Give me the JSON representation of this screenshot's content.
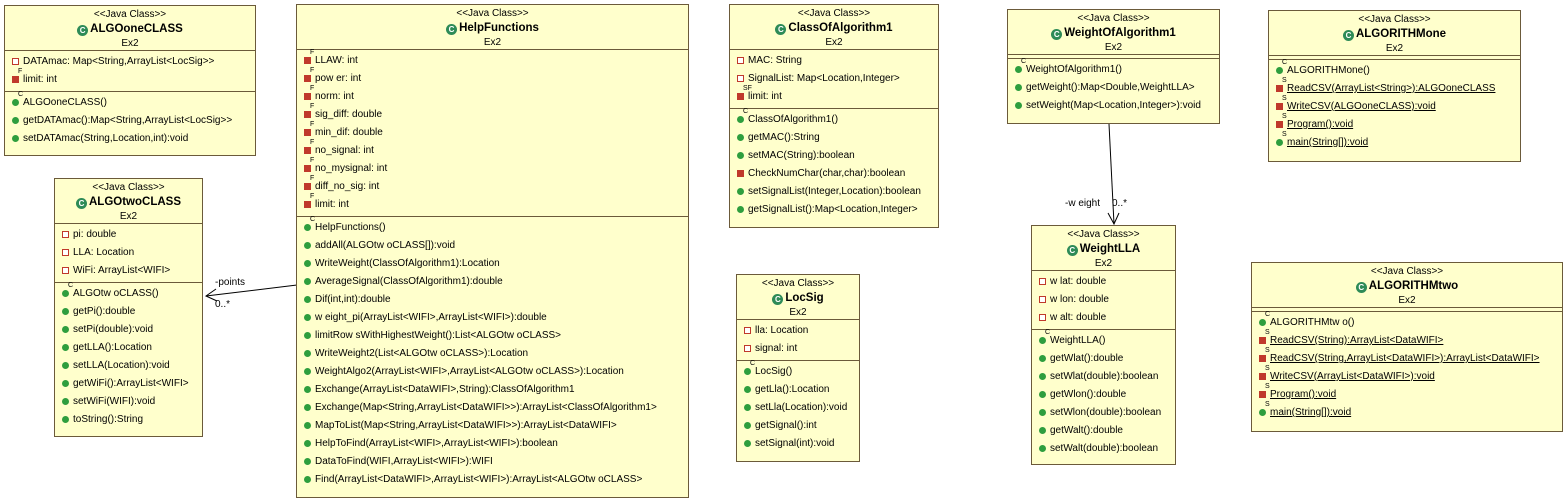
{
  "stereotype": "<<Java Class>>",
  "package": "Ex2",
  "classes": {
    "algoone": {
      "name": "ALGOoneCLASS",
      "attrs": [
        "DATAmac: Map<String,ArrayList<LocSig>>",
        "limit: int"
      ],
      "methods": [
        "ALGOoneCLASS()",
        "getDATAmac():Map<String,ArrayList<LocSig>>",
        "setDATAmac(String,Location,int):void"
      ]
    },
    "algotwo": {
      "name": "ALGOtwoCLASS",
      "attrs": [
        "pi: double",
        "LLA: Location",
        "WiFi: ArrayList<WIFI>"
      ],
      "methods": [
        "ALGOtw oCLASS()",
        "getPi():double",
        "setPi(double):void",
        "getLLA():Location",
        "setLLA(Location):void",
        "getWiFi():ArrayList<WIFI>",
        "setWiFi(WIFI):void",
        "toString():String"
      ]
    },
    "help": {
      "name": "HelpFunctions",
      "attrs": [
        "LLAW: int",
        "pow er: int",
        "norm: int",
        "sig_diff: double",
        "min_dif: double",
        "no_signal: int",
        "no_mysignal: int",
        "diff_no_sig: int",
        "limit: int"
      ],
      "methods": [
        "HelpFunctions()",
        "addAll(ALGOtw oCLASS[]):void",
        "WriteWeight(ClassOfAlgorithm1):Location",
        "AverageSignal(ClassOfAlgorithm1):double",
        "Dif(int,int):double",
        "w eight_pi(ArrayList<WIFI>,ArrayList<WIFI>):double",
        "limitRow sWithHighestWeight():List<ALGOtw oCLASS>",
        "WriteWeight2(List<ALGOtw oCLASS>):Location",
        "WeightAlgo2(ArrayList<WIFI>,ArrayList<ALGOtw oCLASS>):Location",
        "Exchange(ArrayList<DataWIFI>,String):ClassOfAlgorithm1",
        "Exchange(Map<String,ArrayList<DataWIFI>>):ArrayList<ClassOfAlgorithm1>",
        "MapToList(Map<String,ArrayList<DataWIFI>>):ArrayList<DataWIFI>",
        "HelpToFind(ArrayList<WIFI>,ArrayList<WIFI>):boolean",
        "DataToFind(WIFI,ArrayList<WIFI>):WIFI",
        "Find(ArrayList<DataWIFI>,ArrayList<WIFI>):ArrayList<ALGOtw oCLASS>"
      ]
    },
    "coa1": {
      "name": "ClassOfAlgorithm1",
      "attrs": [
        "MAC: String",
        "SignalList: Map<Location,Integer>",
        "limit: int"
      ],
      "methods": [
        "ClassOfAlgorithm1()",
        "getMAC():String",
        "setMAC(String):boolean",
        "CheckNumChar(char,char):boolean",
        "setSignalList(Integer,Location):boolean",
        "getSignalList():Map<Location,Integer>"
      ]
    },
    "locsig": {
      "name": "LocSig",
      "attrs": [
        "lla: Location",
        "signal: int"
      ],
      "methods": [
        "LocSig()",
        "getLla():Location",
        "setLla(Location):void",
        "getSignal():int",
        "setSignal(int):void"
      ]
    },
    "woa1": {
      "name": "WeightOfAlgorithm1",
      "methods": [
        "WeightOfAlgorithm1()",
        "getWeight():Map<Double,WeightLLA>",
        "setWeight(Map<Location,Integer>):void"
      ]
    },
    "wlla": {
      "name": "WeightLLA",
      "attrs": [
        "w lat: double",
        "w lon: double",
        "w alt: double"
      ],
      "methods": [
        "WeightLLA()",
        "getWlat():double",
        "setWlat(double):boolean",
        "getWlon():double",
        "setWlon(double):boolean",
        "getWalt():double",
        "setWalt(double):boolean"
      ]
    },
    "algmone": {
      "name": "ALGORITHMone",
      "methods": [
        "ALGORITHMone()",
        "ReadCSV(ArrayList<String>):ALGOoneCLASS",
        "WriteCSV(ALGOoneCLASS):void",
        "Program():void",
        "main(String[]):void"
      ]
    },
    "algmtwo": {
      "name": "ALGORITHMtwo",
      "methods": [
        "ALGORITHMtw o()",
        "ReadCSV(String):ArrayList<DataWIFI>",
        "ReadCSV(String,ArrayList<DataWIFI>):ArrayList<DataWIFI>",
        "WriteCSV(ArrayList<DataWIFI>):void",
        "Program():void",
        "main(String[]):void"
      ]
    }
  },
  "links": {
    "points": {
      "role": "-points",
      "mult": "0..*"
    },
    "weight": {
      "role": "-w eight",
      "mult": "0..*"
    }
  }
}
